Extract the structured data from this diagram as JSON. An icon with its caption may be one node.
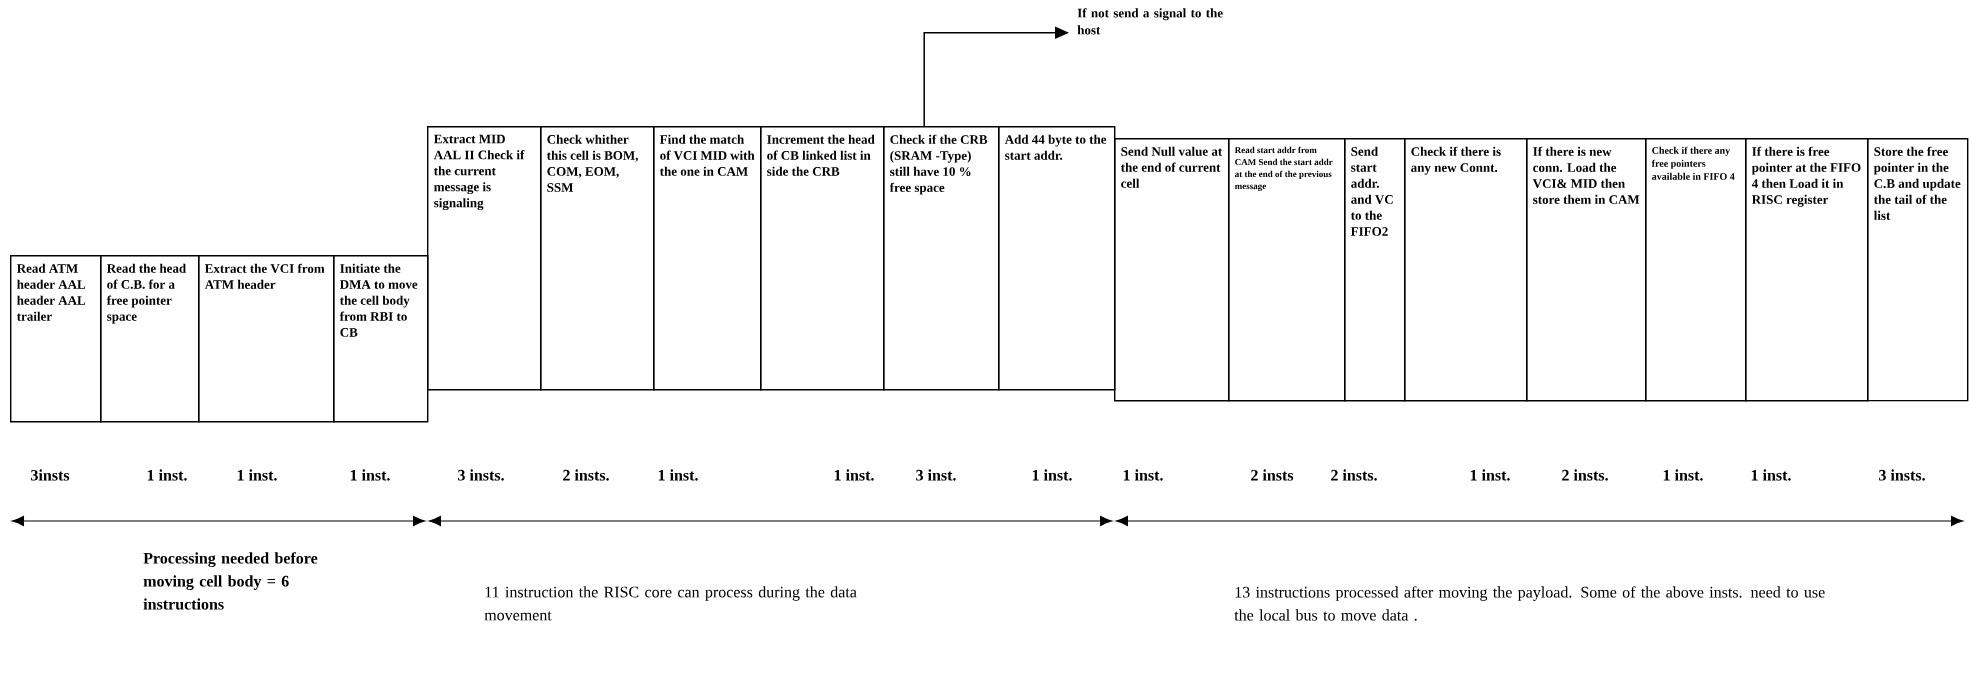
{
  "diagram": {
    "nodes": [
      {
        "text": [
          "Read ATM header AAL header AAL trailer"
        ]
      },
      {
        "text": [
          "Read the head of C.B. for a free pointer space"
        ]
      },
      {
        "text": [
          "Extract the VCI from ATM header"
        ]
      },
      {
        "text": [
          "Initiate the DMA to move the cell body from RBI to CB"
        ]
      },
      {
        "text": [
          "Extract MID AAL II Check if the current message is signaling"
        ]
      },
      {
        "text": [
          "Check whither this cell is BOM, COM, EOM, SSM"
        ]
      },
      {
        "text": [
          "Find the match of VCI MID with the one in CAM"
        ]
      },
      {
        "text": [
          "Increment the head of CB linked list in side the CRB"
        ]
      },
      {
        "text": [
          "Check if the CRB (SRAM -Type) still have 10 % free space"
        ]
      },
      {
        "text": [
          "Add 44 byte to the start addr."
        ]
      },
      {
        "text": [
          "Send Null value at the end of current cell"
        ]
      },
      {
        "text": [
          "Read start addr from CAM Send the start addr at the end of the previous message"
        ]
      },
      {
        "text": [
          "Send start addr. and VC to the FIFO2"
        ]
      },
      {
        "text": [
          "Check if there is any new Connt."
        ]
      },
      {
        "text": [
          "If there is new conn. Load the VCI& MID then store them in CAM"
        ]
      },
      {
        "text": [
          "Check if there any free pointers available in FIFO 4"
        ]
      },
      {
        "text": [
          "If there is free pointer at the FIFO 4 then Load it in RISC register"
        ]
      },
      {
        "text": [
          "Store the free pointer in the C.B and update the tail of the list"
        ]
      },
      {
        "text": [
          "If not send a signal to the host"
        ]
      }
    ],
    "edges": [
      {
        "from": 8,
        "to": 18,
        "arrow": "to"
      }
    ],
    "labels": [
      "3insts",
      "1 inst.",
      "1 inst.",
      "1 inst.",
      "3 insts.",
      "2 insts.",
      "1 inst.",
      "1 inst.",
      "3 inst.",
      "1 inst.",
      "1 inst.",
      "2 insts",
      "2 insts.",
      "1 inst.",
      "2 insts.",
      "1 inst.",
      "1 inst.",
      "3 insts.",
      "Processing needed before moving cell body = 6 instructions",
      "11 instruction the RISC core can process during the data movement",
      "13 instructions processed after moving the payload. Some of the above insts. need to use the local bus to move data ."
    ]
  }
}
